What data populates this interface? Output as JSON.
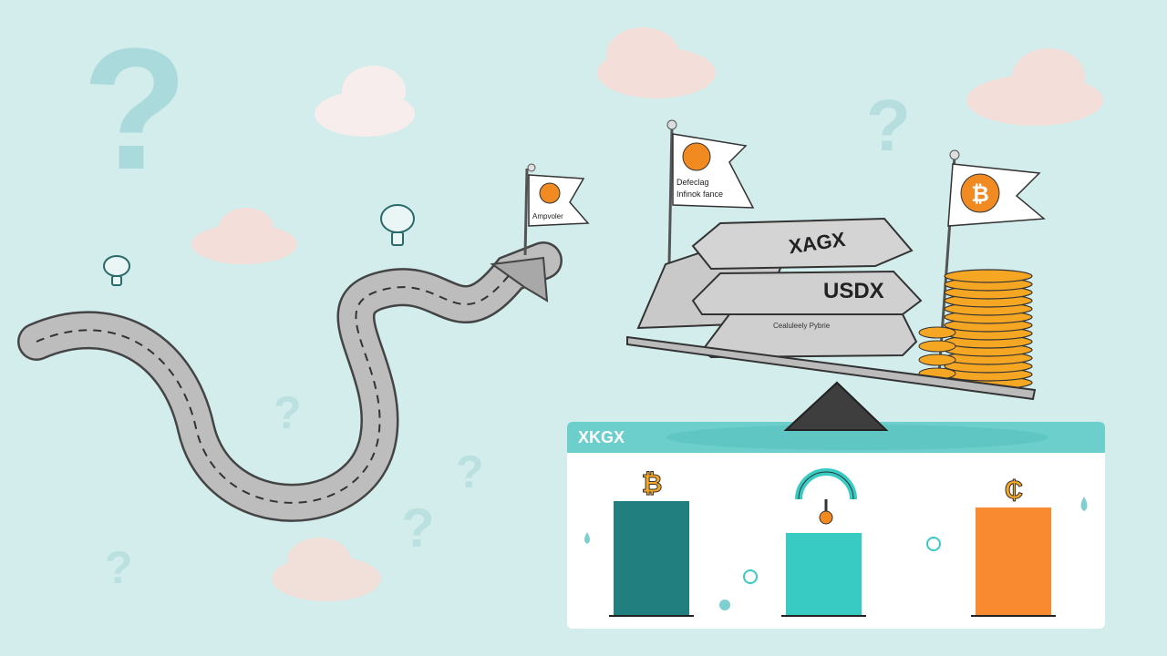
{
  "scene": {
    "background_color": "#d3ecec",
    "road_color": "#b9b9b9",
    "flag_small": {
      "caption": "Ampvoler",
      "icon": "bitcoin-coin-icon"
    },
    "flag_left": {
      "line1": "Defeclag",
      "line2": "Infinok fance",
      "icon": "orange-coin-icon"
    },
    "flag_right": {
      "icon": "bitcoin-icon",
      "symbol": "₿"
    },
    "bars": {
      "top": "XAGX",
      "middle": "USDX",
      "bottom": "Cealuleely Pybrie"
    }
  },
  "panel": {
    "title": "XKGX",
    "header_color": "#6ccfcc",
    "columns": [
      {
        "icon": "bitcoin-icon",
        "symbol": "₿",
        "level": 0.9,
        "color": "#217f80"
      },
      {
        "icon": "gauge-icon",
        "symbol": "",
        "level": 0.65,
        "color": "#38cbc3"
      },
      {
        "icon": "cedi-icon",
        "symbol": "₵",
        "level": 0.85,
        "color": "#f98a2f"
      }
    ]
  }
}
